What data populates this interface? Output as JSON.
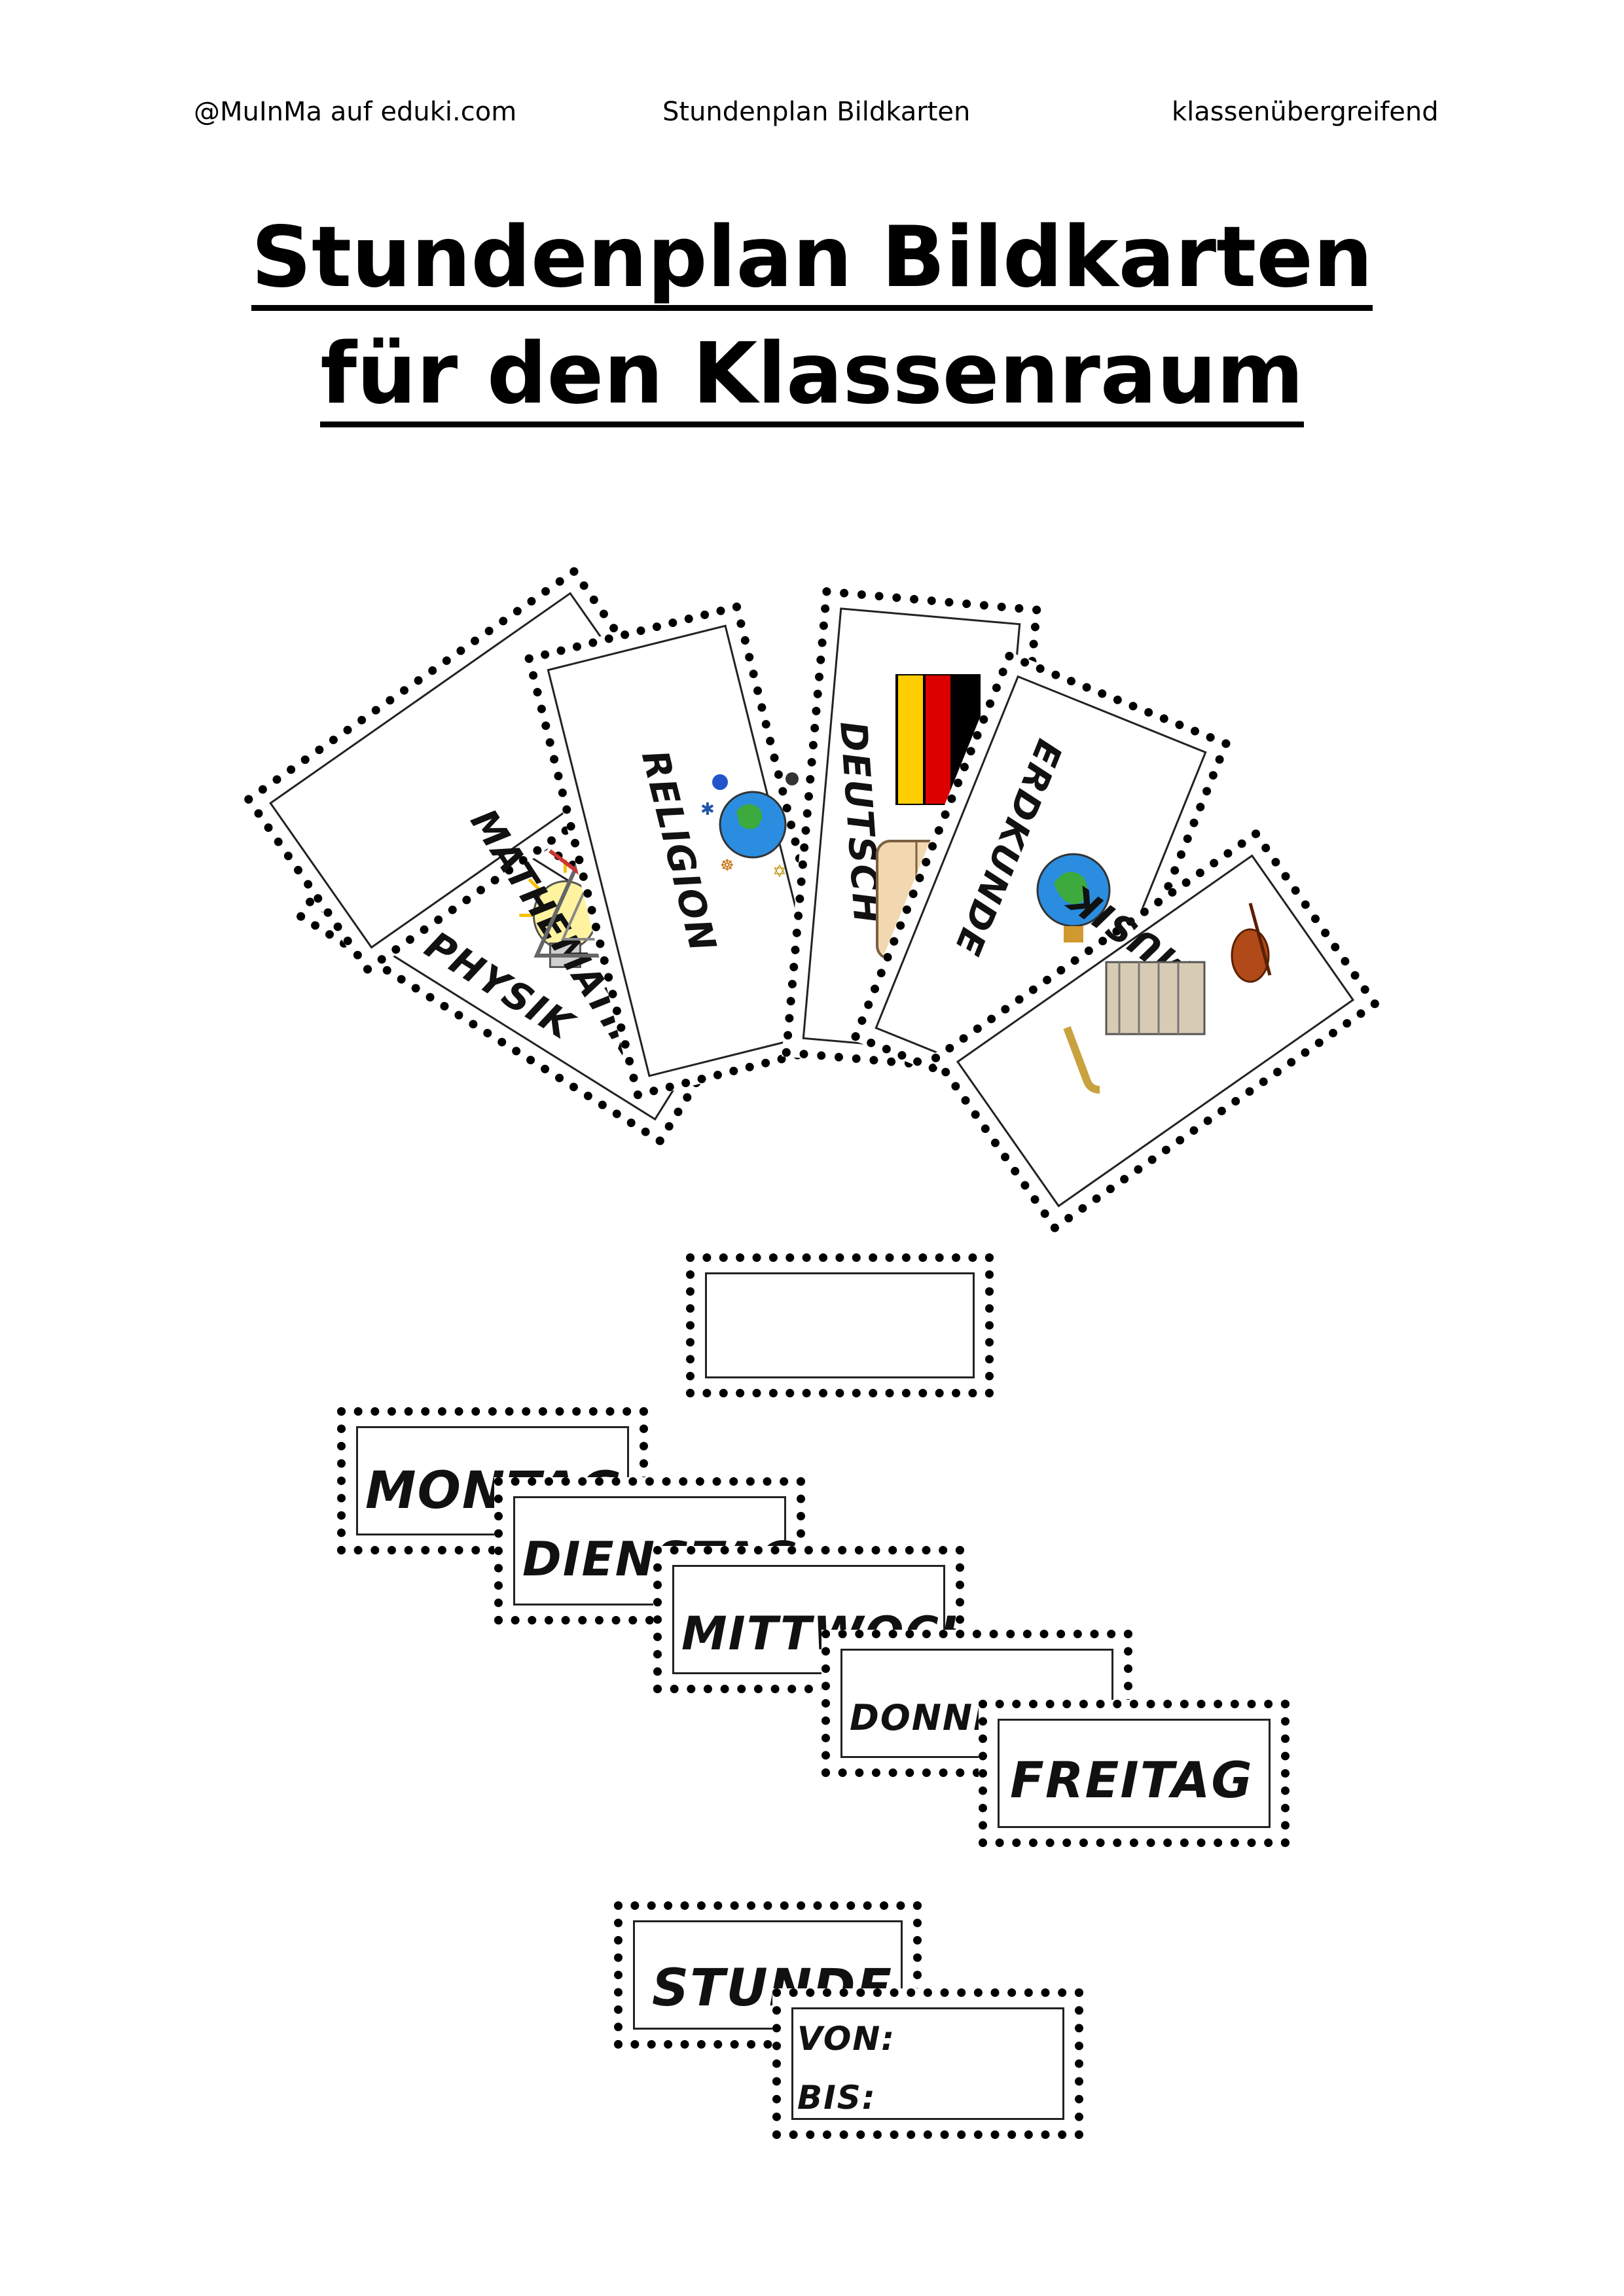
{
  "header": {
    "left": "@MuInMa auf eduki.com",
    "center": "Stundenplan Bildkarten",
    "right": "klassenübergreifend"
  },
  "title": {
    "line1": "Stundenplan Bildkarten",
    "line2": "für den Klassenraum"
  },
  "subjects": {
    "physik": "PHYSIK",
    "mathematik": "MATHEMATIK",
    "religion": "RELIGION",
    "deutsch": "DEUTSCH",
    "erdkunde": "ERDKUNDE",
    "musik": "MUSIK"
  },
  "days": {
    "montag": "MONTAG",
    "dienstag": "DIENSTAG",
    "mittwoch": "MITTWOCH",
    "donnerstag": "DONNERSTAG",
    "freitag": "FREITAG"
  },
  "lesson": {
    "stunde": "STUNDE",
    "von": "VON:",
    "bis": "BIS:"
  },
  "colors": {
    "flag_black": "#000000",
    "flag_red": "#dd0000",
    "flag_gold": "#ffce00"
  }
}
